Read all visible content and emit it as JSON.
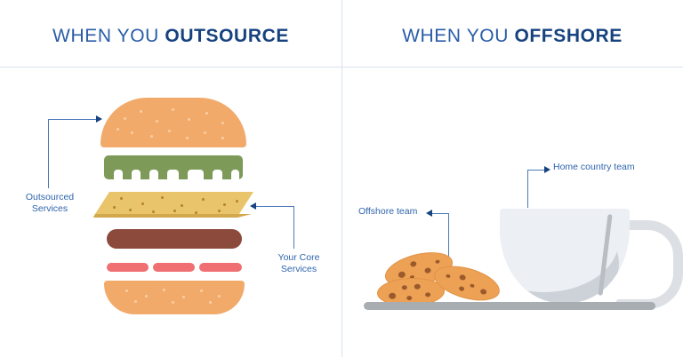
{
  "diagram": {
    "panels": [
      {
        "id": "outsource",
        "heading_prefix": "WHEN YOU ",
        "heading_emphasis": "OUTSOURCE",
        "illustration": "exploded-hamburger",
        "annotations": [
          {
            "id": "outsourced-services",
            "label": "Outsourced\nServices",
            "arrow_direction": "right",
            "points_at": "top-bun"
          },
          {
            "id": "your-core-services",
            "label": "Your Core\nServices",
            "arrow_direction": "left",
            "points_at": "cheese-slice"
          }
        ],
        "burger_layers": [
          {
            "name": "top-bun",
            "color": "#f2aa6a"
          },
          {
            "name": "lettuce",
            "color": "#7d9a58"
          },
          {
            "name": "cheese",
            "color": "#e9c46a"
          },
          {
            "name": "patty",
            "color": "#8c4a3c"
          },
          {
            "name": "tomato",
            "color": "#ef6f72"
          },
          {
            "name": "bottom-bun",
            "color": "#f2aa6a"
          }
        ]
      },
      {
        "id": "offshore",
        "heading_prefix": "WHEN YOU ",
        "heading_emphasis": "OFFSHORE",
        "illustration": "coffee-cup-and-cookies",
        "annotations": [
          {
            "id": "offshore-team",
            "label": "Offshore team",
            "arrow_direction": "left",
            "points_at": "cookies"
          },
          {
            "id": "home-country-team",
            "label": "Home country team",
            "arrow_direction": "right",
            "points_at": "coffee-cup"
          }
        ],
        "scene_items": [
          {
            "name": "coffee-cup",
            "color": "#eceff3"
          },
          {
            "name": "cookies",
            "color": "#eda155",
            "count": 3
          },
          {
            "name": "table-surface",
            "color": "#a8adb2"
          }
        ]
      }
    ],
    "colors": {
      "heading": "#2a5ca8",
      "heading_emphasis": "#16427f",
      "annotation": "#2f64ad",
      "divider": "#d7e2ee",
      "connector": "#4a7ab8",
      "background": "#ffffff"
    }
  }
}
